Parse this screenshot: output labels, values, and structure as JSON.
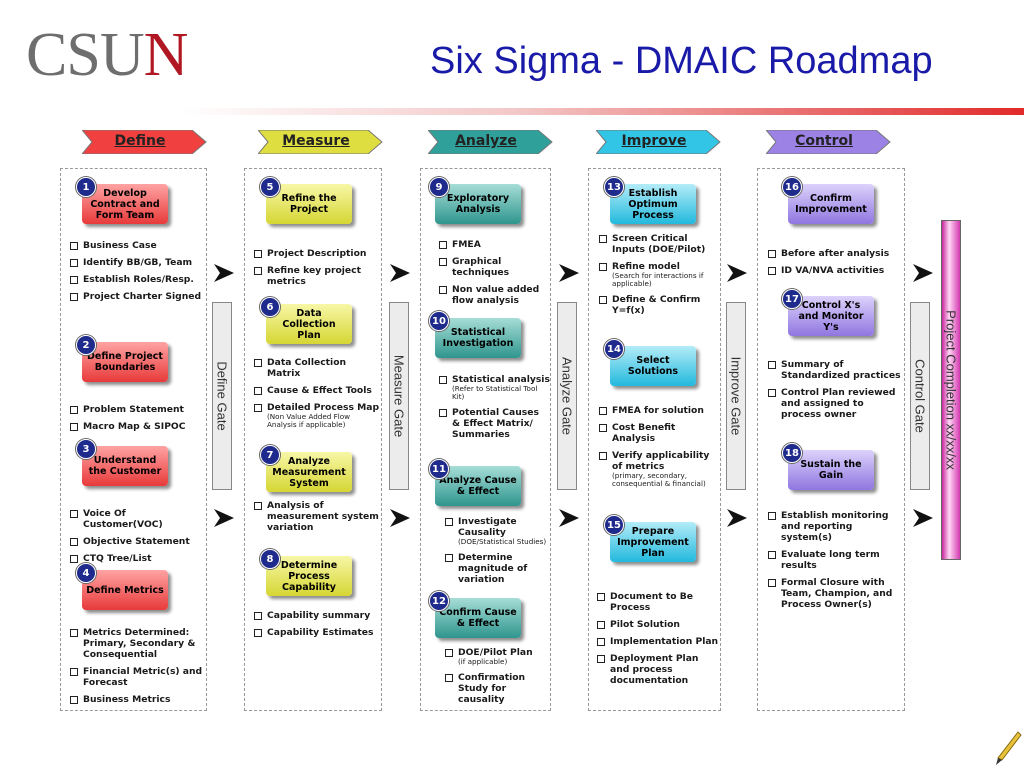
{
  "header": {
    "logo_text_cs": "CSU",
    "logo_text_n": "N",
    "title": "Six Sigma - DMAIC Roadmap"
  },
  "colors": {
    "title": "#1a1aa8",
    "define": "#f04040",
    "measure": "#dede40",
    "analyze": "#2fa19a",
    "improve": "#33c5e6",
    "control": "#9d82e6",
    "step_number": "#1e2a8c"
  },
  "phases": [
    {
      "label": "Define",
      "color": "#f04040"
    },
    {
      "label": "Measure",
      "color": "#dede40"
    },
    {
      "label": "Analyze",
      "color": "#2fa19a"
    },
    {
      "label": "Improve",
      "color": "#33c5e6"
    },
    {
      "label": "Control",
      "color": "#9d82e6"
    }
  ],
  "gates": [
    "Define Gate",
    "Measure Gate",
    "Analyze Gate",
    "Improve Gate",
    "Control Gate"
  ],
  "final_bar": "Project Completion xx/xx/xx",
  "steps": [
    {
      "num": "1",
      "label": "Develop Contract and Form Team"
    },
    {
      "num": "2",
      "label": "Define Project Boundaries"
    },
    {
      "num": "3",
      "label": "Understand the Customer"
    },
    {
      "num": "4",
      "label": "Define Metrics"
    },
    {
      "num": "5",
      "label": "Refine the Project"
    },
    {
      "num": "6",
      "label": "Data Collection Plan"
    },
    {
      "num": "7",
      "label": "Analyze Measurement System"
    },
    {
      "num": "8",
      "label": "Determine Process Capability"
    },
    {
      "num": "9",
      "label": "Exploratory Analysis"
    },
    {
      "num": "10",
      "label": "Statistical Investigation"
    },
    {
      "num": "11",
      "label": "Analyze Cause & Effect"
    },
    {
      "num": "12",
      "label": "Confirm Cause & Effect"
    },
    {
      "num": "13",
      "label": "Establish Optimum Process"
    },
    {
      "num": "14",
      "label": "Select Solutions"
    },
    {
      "num": "15",
      "label": "Prepare Improvement Plan"
    },
    {
      "num": "16",
      "label": "Confirm Improvement"
    },
    {
      "num": "17",
      "label": "Control X's and Monitor Y's"
    },
    {
      "num": "18",
      "label": "Sustain the Gain"
    }
  ],
  "lists": {
    "s1": [
      {
        "t": "Business Case"
      },
      {
        "t": "Identify BB/GB, Team"
      },
      {
        "t": "Establish Roles/Resp."
      },
      {
        "t": "Project Charter Signed"
      }
    ],
    "s2": [
      {
        "t": "Problem Statement"
      },
      {
        "t": "Macro Map & SIPOC"
      }
    ],
    "s3": [
      {
        "t": "Voice Of Customer(VOC)"
      },
      {
        "t": "Objective Statement"
      },
      {
        "t": "CTQ Tree/List"
      }
    ],
    "s4": [
      {
        "t": "Metrics Determined: Primary, Secondary & Consequential"
      },
      {
        "t": "Financial Metric(s) and Forecast"
      },
      {
        "t": "Business Metrics"
      }
    ],
    "s5": [
      {
        "t": "Project Description"
      },
      {
        "t": "Refine key project metrics"
      }
    ],
    "s6": [
      {
        "t": "Data Collection Matrix"
      },
      {
        "t": "Cause & Effect Tools"
      },
      {
        "t": "Detailed Process Map",
        "note": "(Non Value Added Flow Analysis if applicable)"
      }
    ],
    "s7": [
      {
        "t": "Analysis of measurement system variation"
      }
    ],
    "s8": [
      {
        "t": "Capability summary"
      },
      {
        "t": "Capability Estimates"
      }
    ],
    "s9": [
      {
        "t": "FMEA"
      },
      {
        "t": "Graphical techniques"
      },
      {
        "t": "Non value added flow analysis"
      }
    ],
    "s10": [
      {
        "t": "Statistical analysis",
        "note": "(Refer to Statistical Tool Kit)"
      },
      {
        "t": "Potential Causes & Effect Matrix/ Summaries"
      }
    ],
    "s11": [
      {
        "t": "Investigate Causality",
        "note": "(DOE/Statistical Studies)"
      },
      {
        "t": "Determine magnitude of variation"
      }
    ],
    "s12": [
      {
        "t": "DOE/Pilot Plan",
        "note": "(if applicable)"
      },
      {
        "t": "Confirmation Study for causality"
      }
    ],
    "s13": [
      {
        "t": "Screen Critical Inputs (DOE/Pilot)"
      },
      {
        "t": "Refine model",
        "note": "(Search for interactions if applicable)"
      },
      {
        "t": "Define & Confirm Y=f(x)"
      }
    ],
    "s14": [
      {
        "t": "FMEA for solution"
      },
      {
        "t": "Cost Benefit Analysis"
      },
      {
        "t": "Verify applicability of metrics",
        "note": "(primary, secondary, consequential & financial)"
      }
    ],
    "s15": [
      {
        "t": "Document to Be Process"
      },
      {
        "t": "Pilot Solution"
      },
      {
        "t": "Implementation Plan"
      },
      {
        "t": "Deployment Plan and process documentation"
      }
    ],
    "s16": [
      {
        "t": "Before after analysis"
      },
      {
        "t": "ID VA/NVA activities"
      }
    ],
    "s17": [
      {
        "t": "Summary of Standardized practices"
      },
      {
        "t": "Control Plan reviewed and assigned to process owner"
      }
    ],
    "s18": [
      {
        "t": "Establish monitoring and reporting system(s)"
      },
      {
        "t": "Evaluate long term results"
      },
      {
        "t": "Formal Closure with Team, Champion, and Process Owner(s)"
      }
    ]
  },
  "icons": {
    "arrow": "right-arrow-icon",
    "pencil": "pencil-icon",
    "checkbox": "checkbox-icon"
  }
}
